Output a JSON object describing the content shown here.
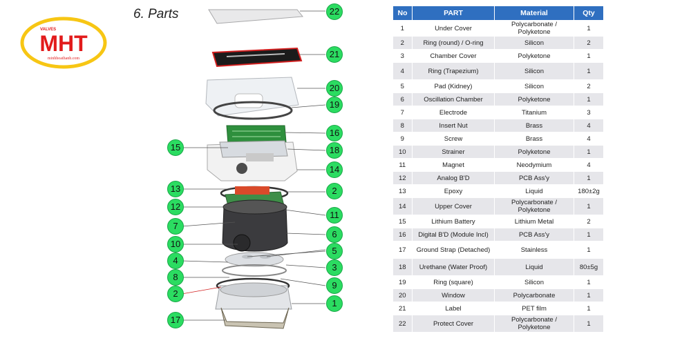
{
  "logo": {
    "small_text": "VALVES",
    "brand": "MHT",
    "site": "minhhoathanh.com",
    "colors": {
      "red": "#e21b1b",
      "yellow": "#f7c614"
    }
  },
  "title": "6. Parts",
  "callouts": [
    "22",
    "21",
    "20",
    "19",
    "16",
    "15",
    "18",
    "14",
    "13",
    "2",
    "12",
    "11",
    "7",
    "6",
    "10",
    "5",
    "4",
    "3",
    "8",
    "9",
    "2",
    "1",
    "17"
  ],
  "table": {
    "headers": [
      "No",
      "PART",
      "Material",
      "Qty"
    ],
    "rows": [
      [
        "1",
        "Under Cover",
        "Polycarbonate / Polyketone",
        "1"
      ],
      [
        "2",
        "Ring (round) / O-ring",
        "Silicon",
        "2"
      ],
      [
        "3",
        "Chamber Cover",
        "Polyketone",
        "1"
      ],
      [
        "4",
        "Ring (Trapezium)",
        "Silicon",
        "1"
      ],
      [
        "5",
        "Pad (Kidney)",
        "Silicon",
        "2"
      ],
      [
        "6",
        "Oscillation Chamber",
        "Polyketone",
        "1"
      ],
      [
        "7",
        "Electrode",
        "Titanium",
        "3"
      ],
      [
        "8",
        "Insert Nut",
        "Brass",
        "4"
      ],
      [
        "9",
        "Screw",
        "Brass",
        "4"
      ],
      [
        "10",
        "Strainer",
        "Polyketone",
        "1"
      ],
      [
        "11",
        "Magnet",
        "Neodymium",
        "4"
      ],
      [
        "12",
        "Analog B'D",
        "PCB Ass'y",
        "1"
      ],
      [
        "13",
        "Epoxy",
        "Liquid",
        "180±2g"
      ],
      [
        "14",
        "Upper Cover",
        "Polycarbonate / Polyketone",
        "1"
      ],
      [
        "15",
        "Lithium Battery",
        "Lithium Metal",
        "2"
      ],
      [
        "16",
        "Digital B'D (Module Incl)",
        "PCB Ass'y",
        "1"
      ],
      [
        "17",
        "Ground Strap (Detached)",
        "Stainless",
        "1"
      ],
      [
        "18",
        "Urethane (Water Proof)",
        "Liquid",
        "80±5g"
      ],
      [
        "19",
        "Ring (square)",
        "Silicon",
        "1"
      ],
      [
        "20",
        "Window",
        "Polycarbonate",
        "1"
      ],
      [
        "21",
        "Label",
        "PET film",
        "1"
      ],
      [
        "22",
        "Protect Cover",
        "Polycarbonate / Polyketone",
        "1"
      ]
    ]
  },
  "colors": {
    "header_bg": "#2f6fc0",
    "callout_green": "#2bdc61",
    "row_alt": "#e6e6ea"
  }
}
